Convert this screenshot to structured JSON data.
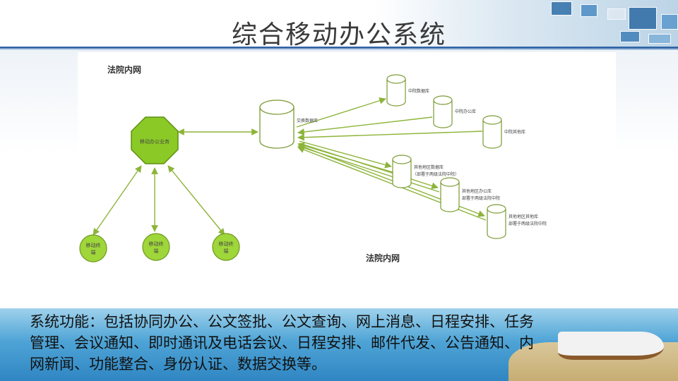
{
  "slide": {
    "title": "综合移动办公系统",
    "description": "系统功能：包括协同办公、公文签批、公文查询、网上消息、日程安排、任务管理、会议通知、即时通讯及电话会议、日程安排、邮件代发、公告通知、内网新闻、功能整合、身份认证、数据交换等。"
  },
  "diagram": {
    "label_top": "法院内网",
    "label_bottom": "法院内网",
    "hub": {
      "label": "移动办公业务"
    },
    "terminals": [
      {
        "label_lines": [
          "移动终",
          "端"
        ]
      },
      {
        "label_lines": [
          "移动终",
          "端"
        ]
      },
      {
        "label_lines": [
          "移动终",
          "端"
        ]
      }
    ],
    "exchange": {
      "label": "交换数据库"
    },
    "databases": [
      {
        "label_lines": [
          "中院数据库"
        ]
      },
      {
        "label_lines": [
          "中院办公库"
        ]
      },
      {
        "label_lines": [
          "中院其他库"
        ]
      },
      {
        "label_lines": [
          "其他地区数据库",
          "（部署于两级法院中院）"
        ]
      },
      {
        "label_lines": [
          "其他地区办公库",
          "部署于两级法院中院"
        ]
      },
      {
        "label_lines": [
          "其他地区其他库",
          "部署于两级法院中院"
        ]
      }
    ],
    "colors": {
      "green": "#8ac926",
      "green_dark": "#5f8f12",
      "line": "#8db43a",
      "db_stroke": "#7a9a33"
    }
  }
}
